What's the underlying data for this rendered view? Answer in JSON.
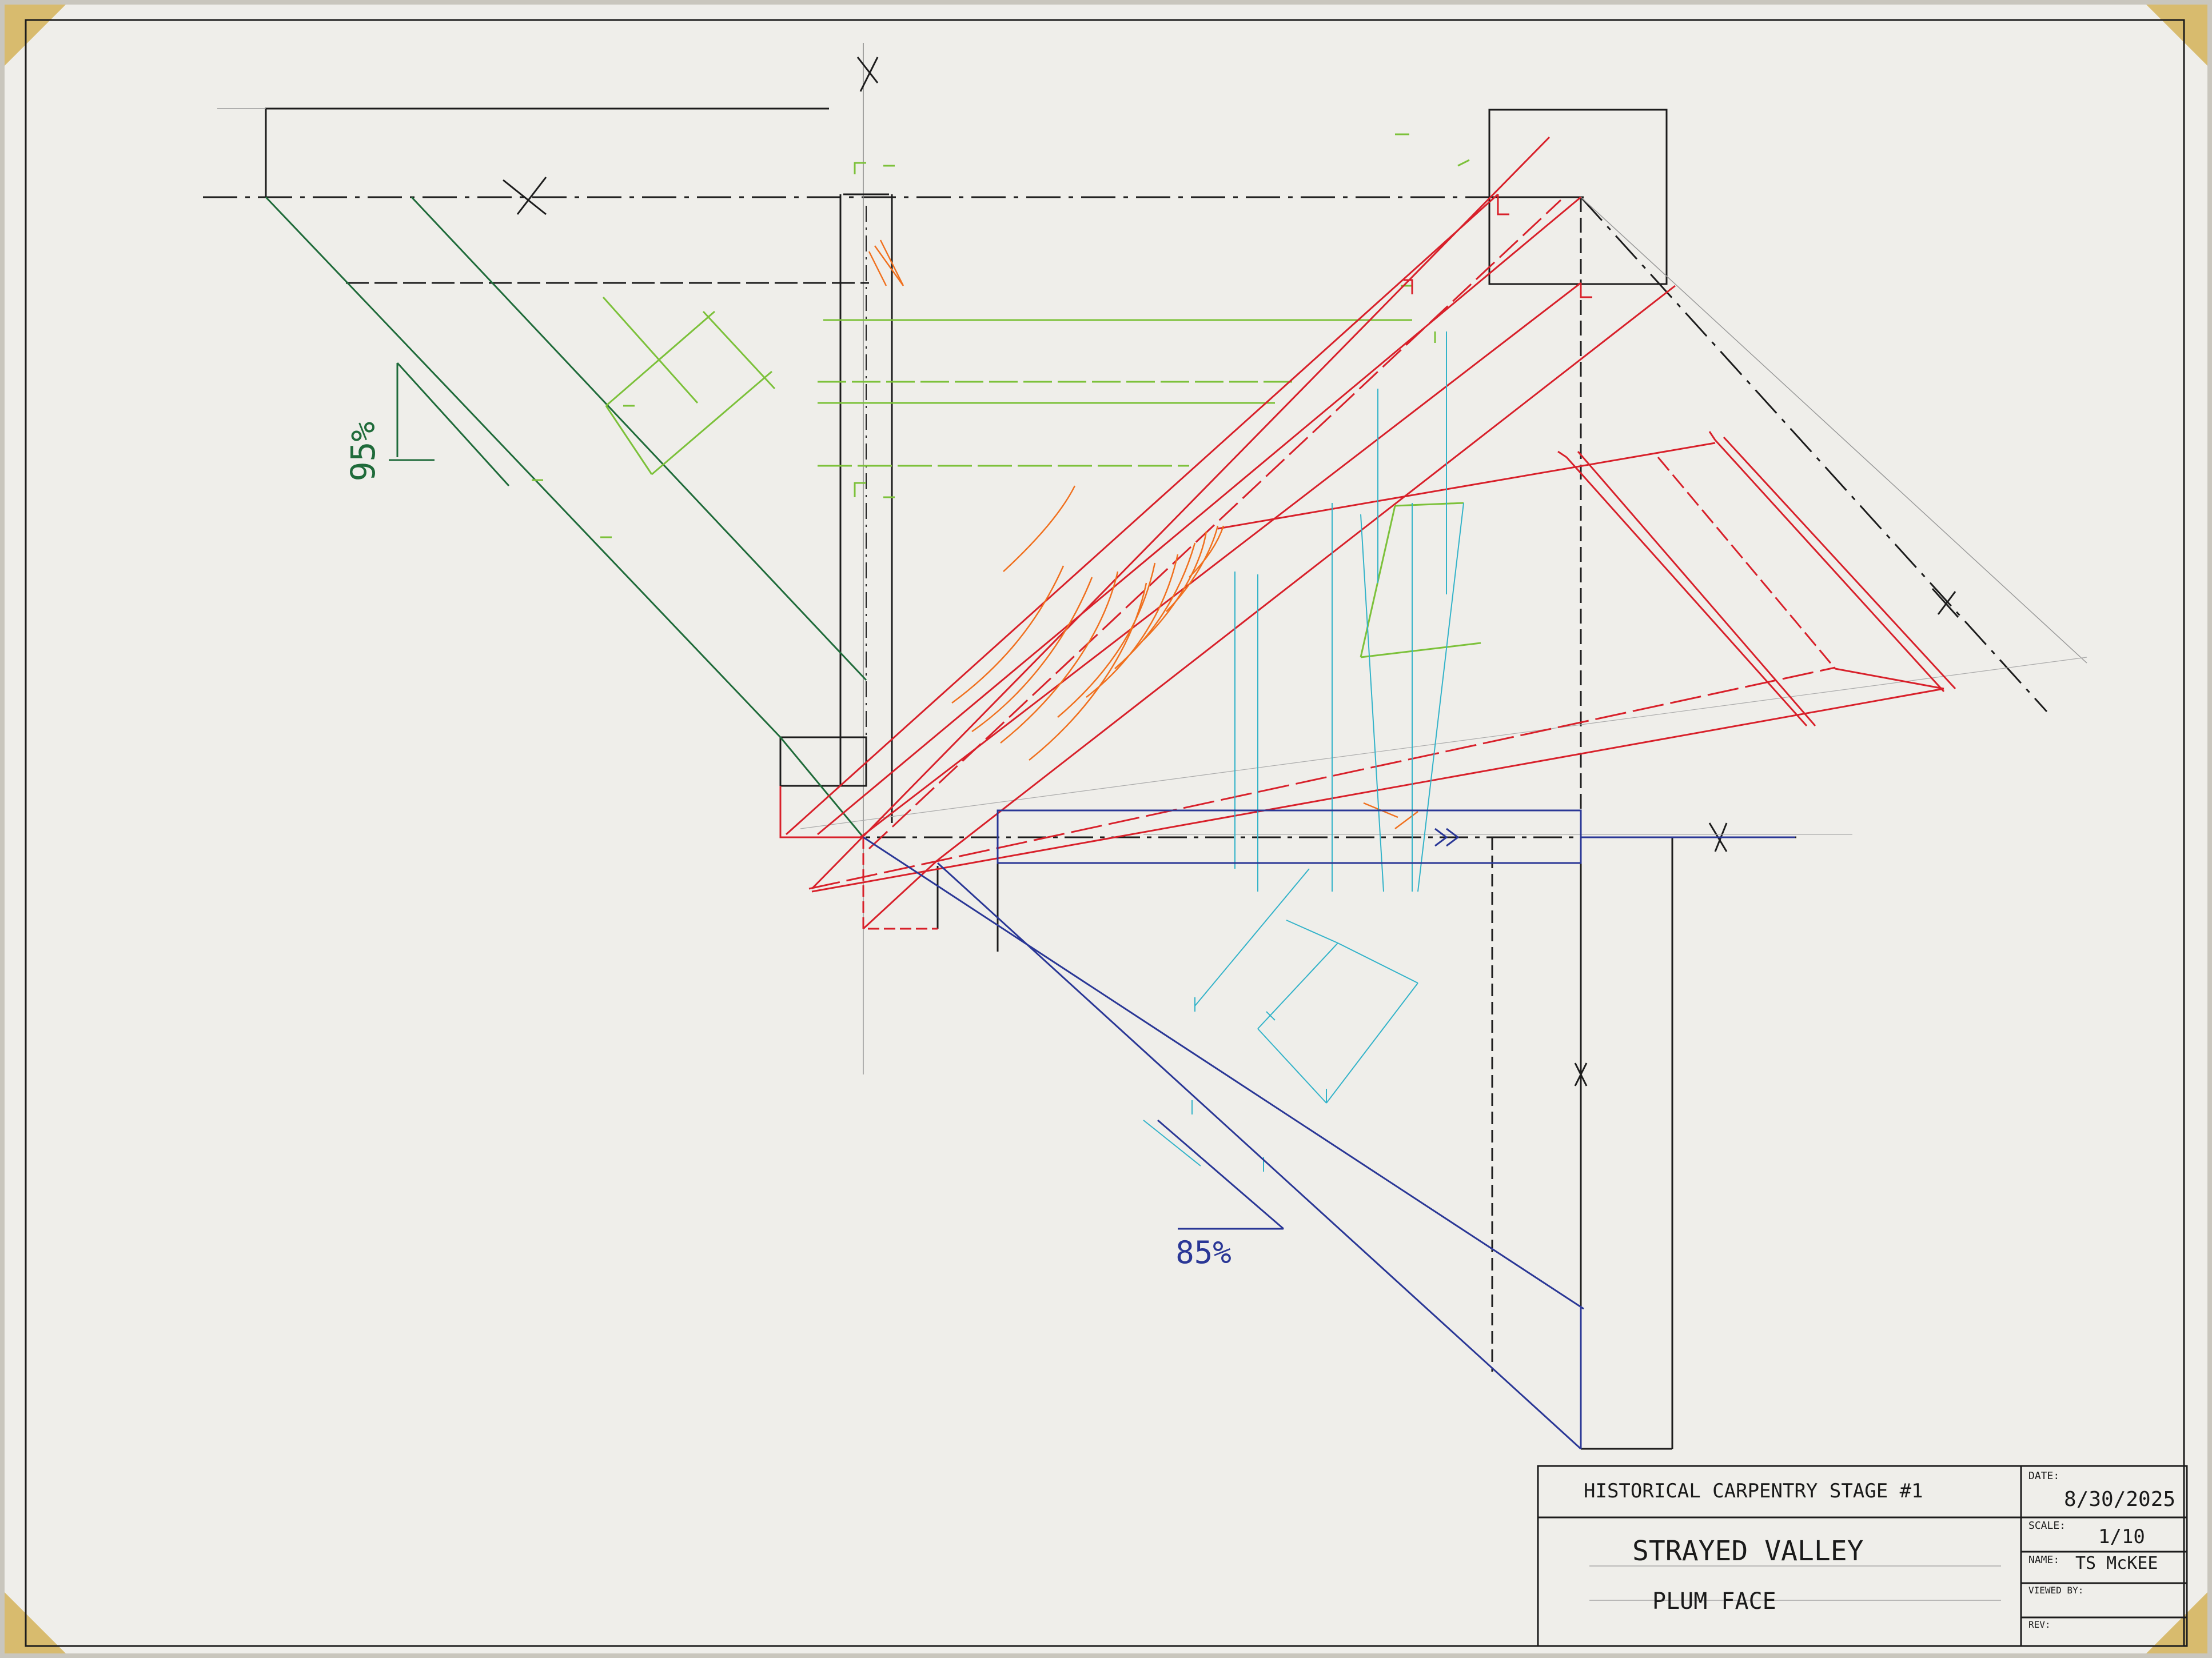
{
  "slopes": {
    "upper": "95%",
    "lower": "85%"
  },
  "title_block": {
    "course": "HISTORICAL CARPENTRY STAGE #1",
    "title": "STRAYED VALLEY",
    "subtitle": "PLUM FACE",
    "date_label": "DATE:",
    "date": "8/30/2025",
    "scale_label": "SCALE:",
    "scale": "1/10",
    "name_label": "NAME:",
    "name": "TS McKEE",
    "viewed_label": "VIEWED BY:",
    "viewed": "",
    "rev_label": "REV:",
    "rev": ""
  },
  "colors": {
    "paper": "#efeeea",
    "ink": "#1c1c1c",
    "green_dark": "#1f6b3a",
    "green_light": "#7cc13a",
    "red": "#d8202a",
    "orange": "#f0701e",
    "cyan": "#33b3c9",
    "blue": "#2a3796",
    "tape": "#d8bb6e"
  }
}
